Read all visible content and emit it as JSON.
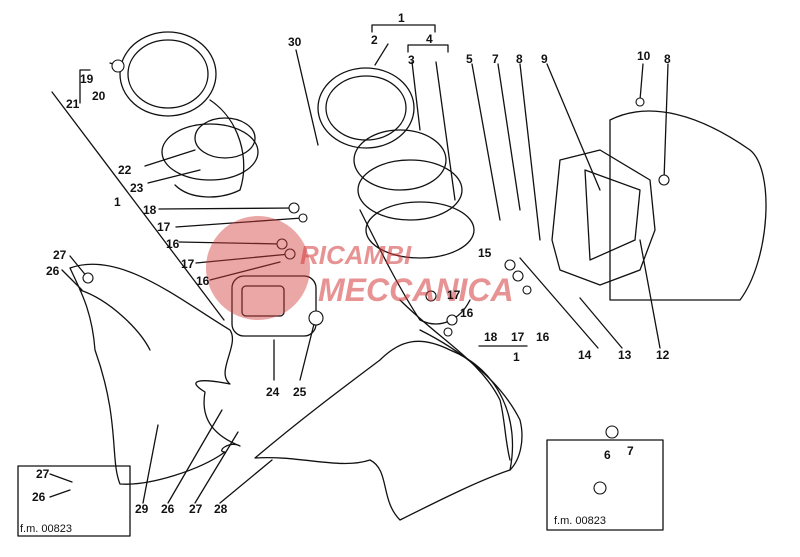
{
  "diagram": {
    "callouts": [
      "1",
      "2",
      "3",
      "4",
      "5",
      "7",
      "8",
      "9",
      "10",
      "8",
      "30",
      "19",
      "20",
      "21",
      "22",
      "23",
      "1",
      "18",
      "17",
      "16",
      "17",
      "16",
      "27",
      "26",
      "24",
      "25",
      "15",
      "17",
      "16",
      "18",
      "17",
      "16",
      "1",
      "14",
      "13",
      "12",
      "29",
      "26",
      "27",
      "28",
      "27",
      "26",
      "6",
      "7"
    ],
    "figure_codes": [
      "f.m. 00823",
      "f.m. 00823"
    ],
    "watermark": {
      "line1": "RICAMBI",
      "line2": "MECCANICA",
      "color": "#d33a3a"
    }
  }
}
